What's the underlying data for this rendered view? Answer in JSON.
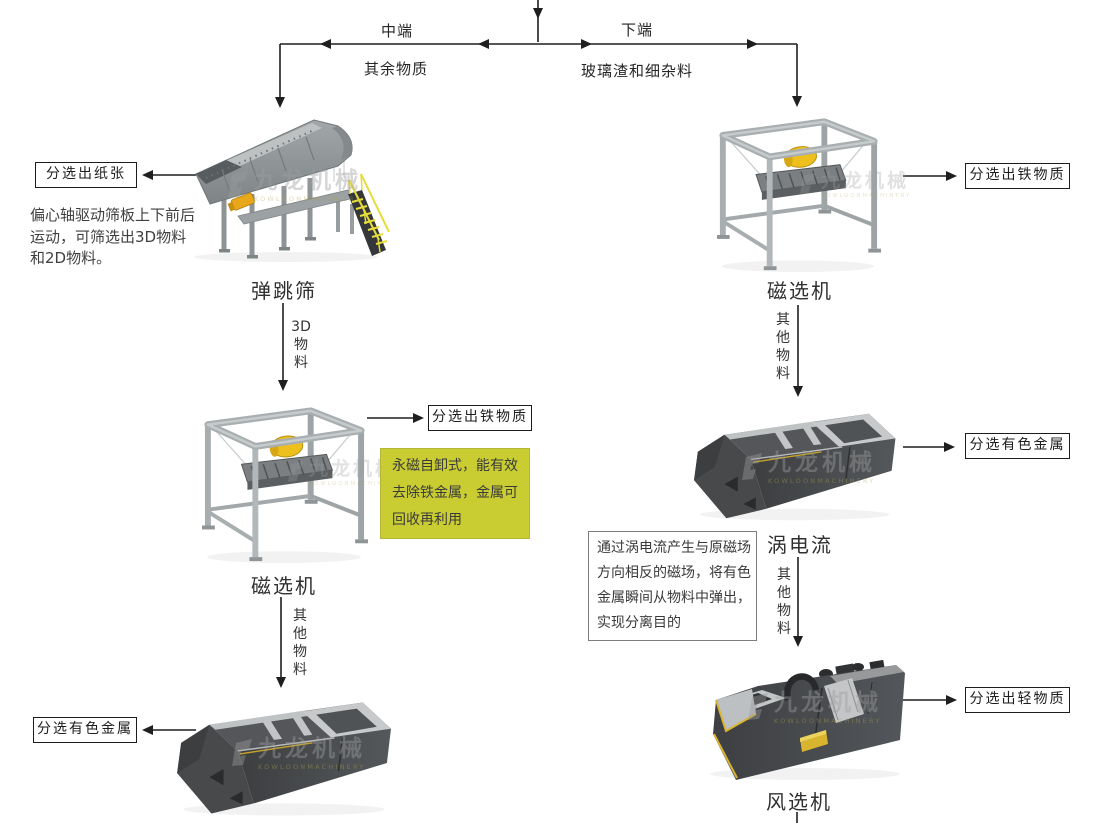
{
  "diagram": {
    "source_branches": {
      "left_label": "中端",
      "right_label": "下端",
      "left_stream": "其余物质",
      "right_stream": "玻璃渣和细杂料"
    },
    "left_branch": {
      "stations": [
        {
          "machine": "弹跳筛",
          "output": "分选出纸张",
          "description": "偏心轴驱动筛板上下前后\n运动，可筛选出3D物料\n和2D物料。",
          "next_flow": "3D\n物\n料"
        },
        {
          "machine": "磁选机",
          "output": "分选出铁物质",
          "note": "永磁自卸式，能有效\n去除铁金属，金属可\n回收再利用",
          "next_flow": "其\n他\n物\n料"
        },
        {
          "output": "分选有色金属"
        }
      ]
    },
    "right_branch": {
      "stations": [
        {
          "machine": "磁选机",
          "output": "分选出铁物质",
          "next_flow": "其\n他\n物\n料"
        },
        {
          "machine": "涡电流",
          "output": "分选有色金属",
          "note": "通过涡电流产生与原磁场\n方向相反的磁场，将有色\n金属瞬间从物料中弹出，\n实现分离目的",
          "next_flow": "其\n他\n物\n料"
        },
        {
          "machine": "风选机",
          "output": "分选出轻物质"
        }
      ]
    },
    "watermark": {
      "brand": "九龙机械",
      "sub": "KOWLOONMACHINERY"
    },
    "colors": {
      "note_bg": "#c9cd32",
      "accent_yellow": "#eec01e",
      "line": "#1f1f1f",
      "machine_dark": "#47494b",
      "machine_light": "#c7c9ca"
    }
  }
}
